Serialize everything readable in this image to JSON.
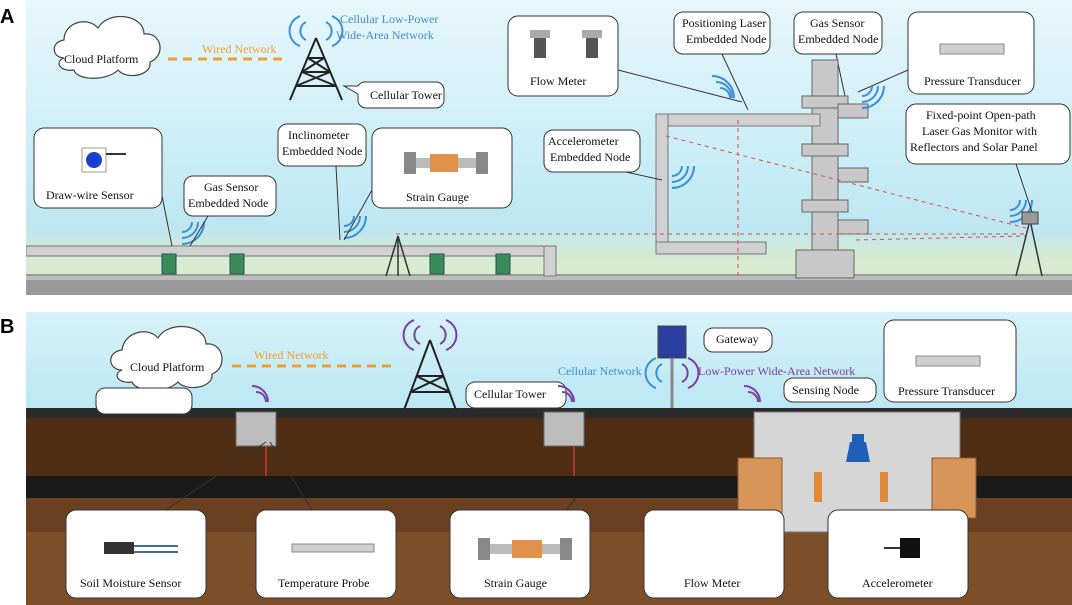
{
  "panel_a": {
    "label": "A",
    "cloud_platform": "Cloud Platform",
    "wired_network": "Wired Network",
    "cellular_lpwan": [
      "Cellular Low-Power",
      "Wide-Area Network"
    ],
    "cellular_tower": "Cellular Tower",
    "flow_meter": "Flow Meter",
    "positioning_laser_node": [
      "Positioning Laser",
      "Embedded Node"
    ],
    "gas_sensor_node_top": [
      "Gas Sensor",
      "Embedded Node"
    ],
    "pressure_transducer": "Pressure Transducer",
    "inclinometer_node": [
      "Inclinometer",
      "Embedded Node"
    ],
    "accelerometer_node": [
      "Accelerometer",
      "Embedded Node"
    ],
    "laser_gas_monitor": [
      "Fixed-point Open-path",
      "Laser Gas Monitor with",
      "Reflectors and Solar Panel"
    ],
    "draw_wire_sensor": "Draw-wire Sensor",
    "gas_sensor_node_left": [
      "Gas Sensor",
      "Embedded Node"
    ],
    "strain_gauge": "Strain Gauge"
  },
  "panel_b": {
    "label": "B",
    "cloud_platform": "Cloud Platform",
    "wired_network": "Wired Network",
    "cellular_tower": "Cellular Tower",
    "gateway": "Gateway",
    "cellular_network": "Cellular Network",
    "lpwan": "Low-Power Wide-Area Network",
    "sensing_node": "Sensing Node",
    "pressure_transducer": "Pressure Transducer",
    "soil_moisture_sensor": "Soil Moisture Sensor",
    "temperature_probe": "Temperature Probe",
    "strain_gauge": "Strain Gauge",
    "flow_meter": "Flow Meter",
    "accelerometer": "Accelerometer"
  },
  "colors": {
    "wired": "#f0a030",
    "cellular": "#3c8fd6",
    "lpwan": "#7b3fa0",
    "sky_top": "#e7f7fb",
    "soil": "#5a3518",
    "pipe_black": "#1a1a1a",
    "laser_line": "#e05050"
  },
  "icons": [
    "cloud-icon",
    "cellular-tower-icon",
    "wireless-signal-icon",
    "solar-panel-icon",
    "valve-icon"
  ]
}
